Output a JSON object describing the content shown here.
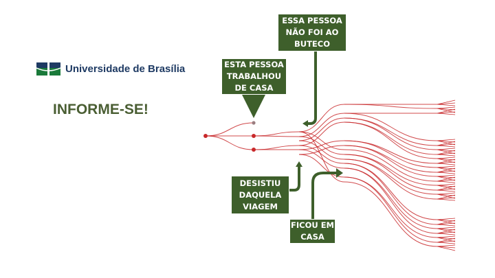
{
  "logo": {
    "name": "Universidade de Brasília",
    "colors": {
      "blue": "#1e3a63",
      "green": "#1a7a3a"
    }
  },
  "headline": "INFORME-SE!",
  "callouts": {
    "buteco": "ESSA PESSOA\nNÃO FOI AO\nBUTECO",
    "home_office": "ESTA PESSOA\nTRABALHOU\nDE CASA",
    "gave_up_trip": "DESISTIU\nDAQUELA\nVIAGEM",
    "stayed_home": "FICOU EM\nCASA"
  },
  "colors": {
    "infected": "#c8282a",
    "healthy": "#9a7d80",
    "line": "#c8282a",
    "callout": "#3e5f2b"
  }
}
